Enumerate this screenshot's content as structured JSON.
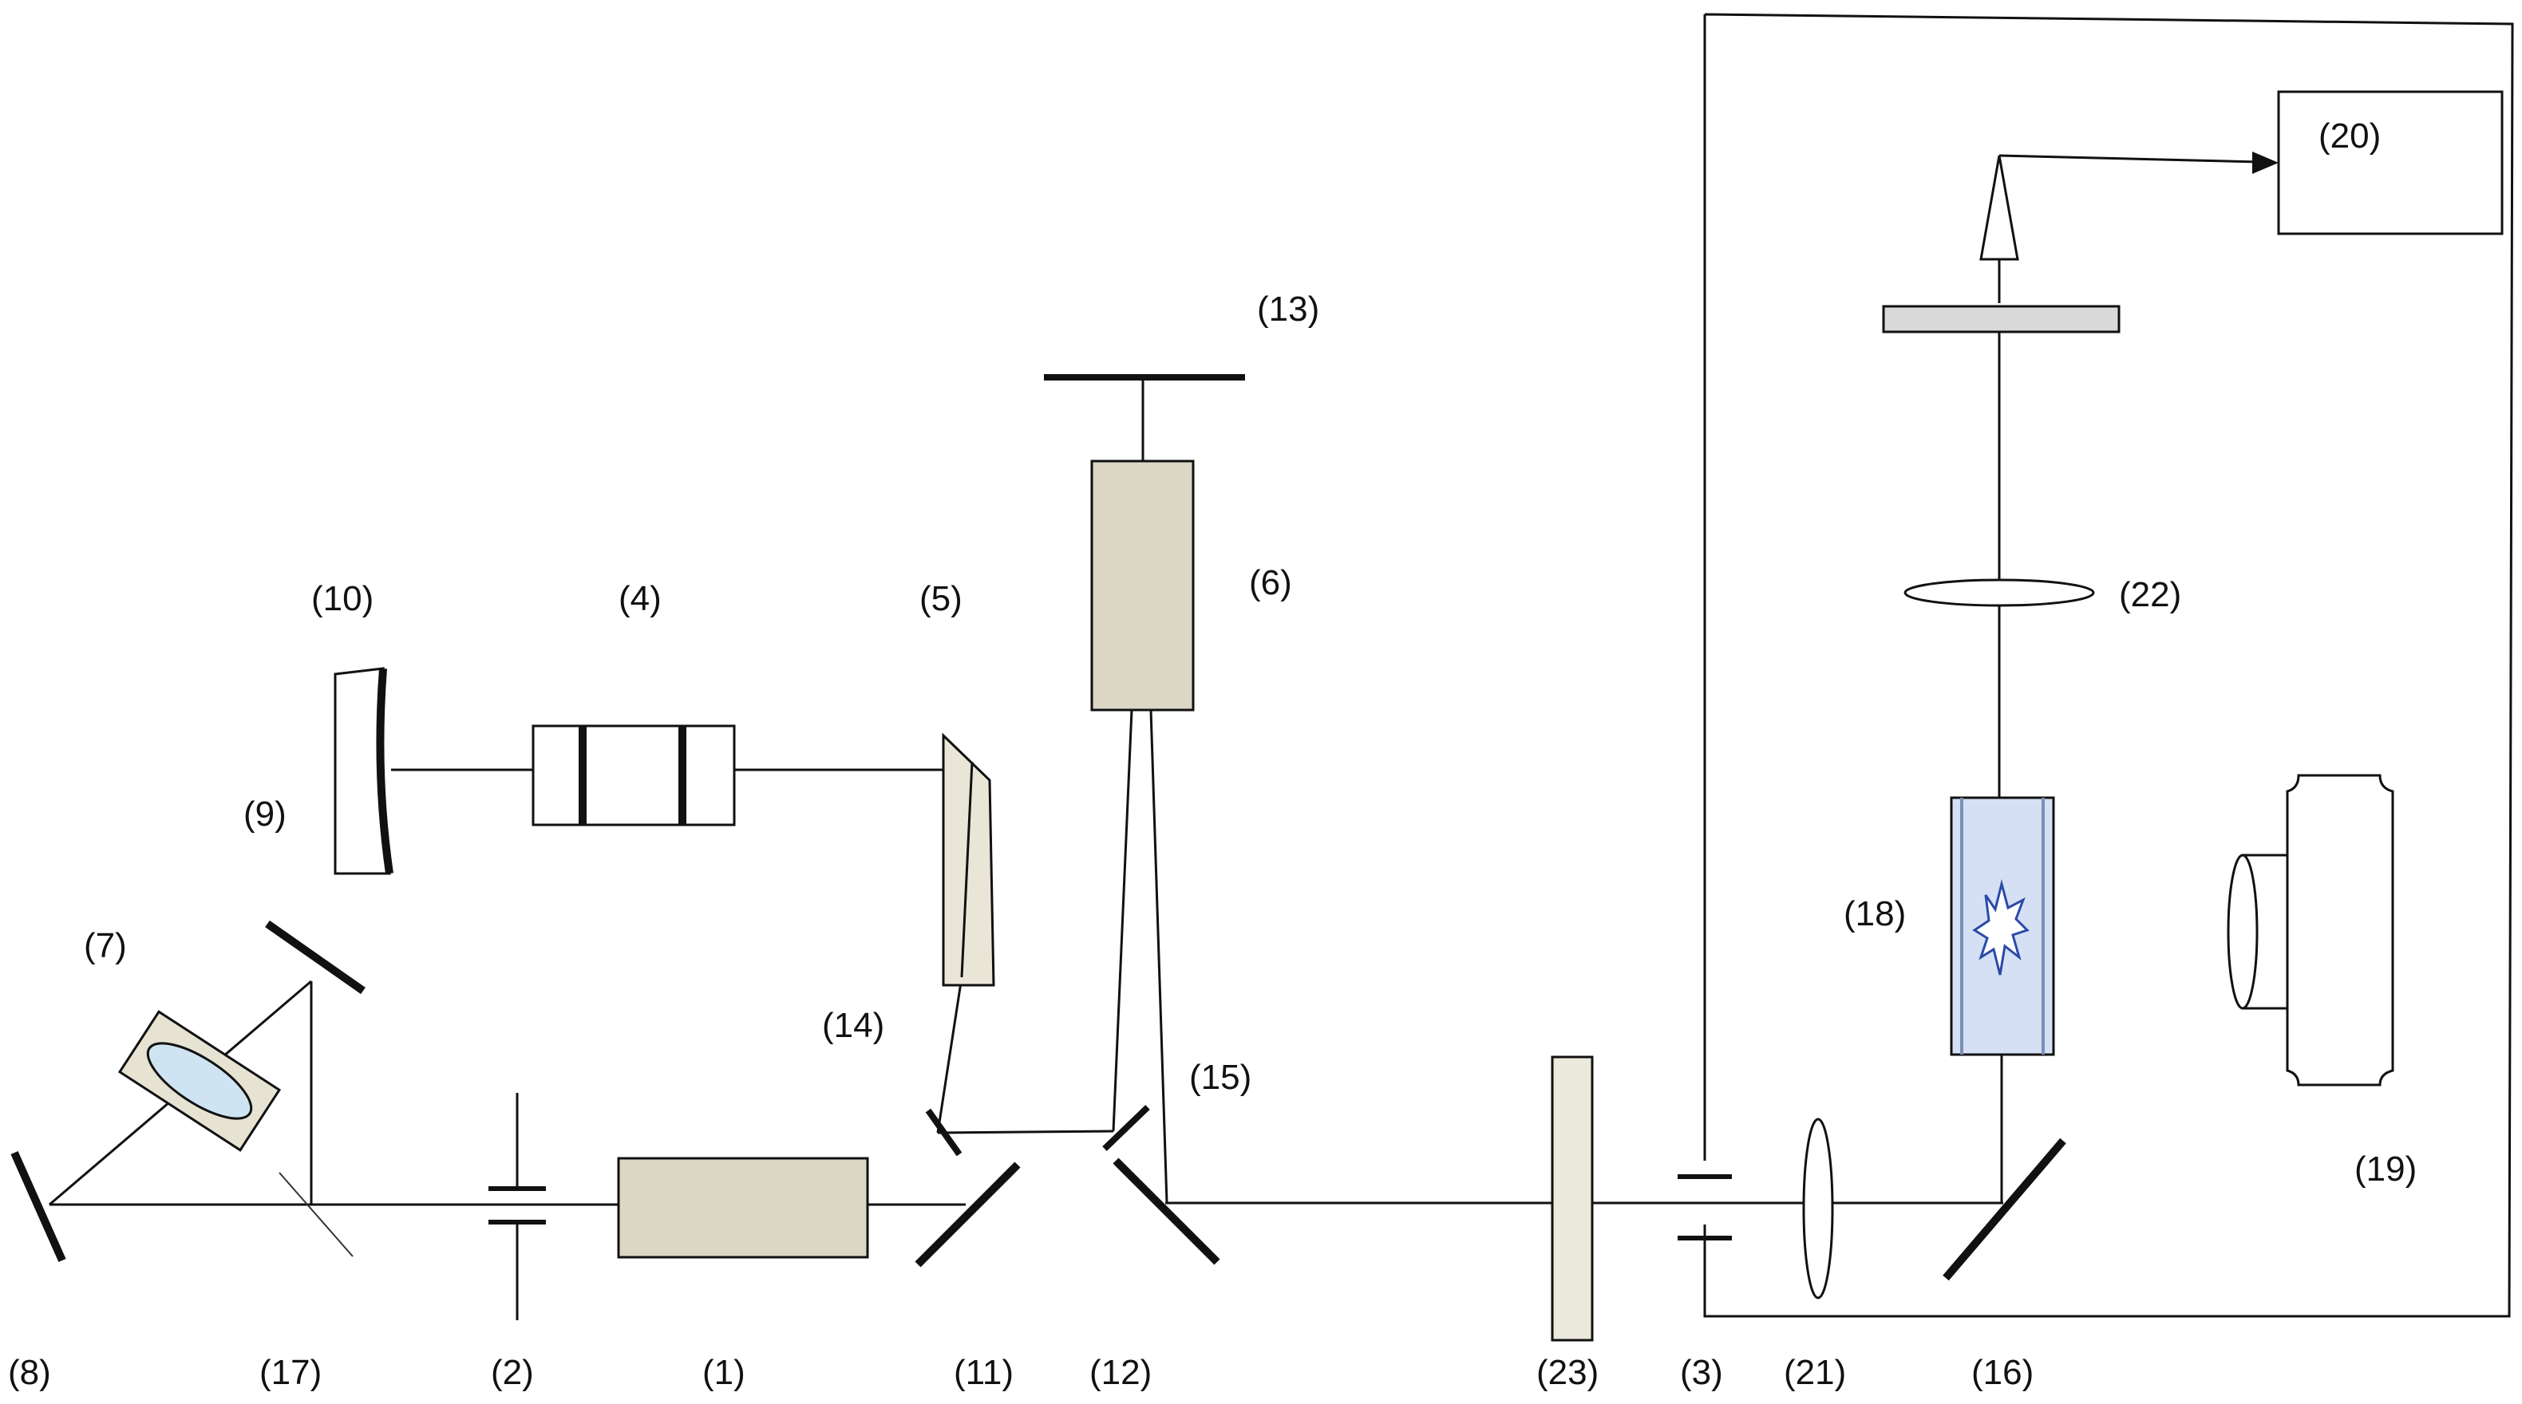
{
  "labels": {
    "l1": "(1)",
    "l2": "(2)",
    "l3": "(3)",
    "l4": "(4)",
    "l5": "(5)",
    "l6": "(6)",
    "l7": "(7)",
    "l8": "(8)",
    "l9": "(9)",
    "l10": "(10)",
    "l11": "(11)",
    "l12": "(12)",
    "l13": "(13)",
    "l14": "(14)",
    "l15": "(15)",
    "l16": "(16)",
    "l17": "(17)",
    "l18": "(18)",
    "l19": "(19)",
    "l20": "(20)",
    "l21": "(21)",
    "l22": "(22)",
    "l23": "(23)"
  },
  "colors": {
    "component_fill": "#dcd6c5",
    "cuvette_fill": "#d6e0f4",
    "spark_color": "#2b4aa8",
    "filter_fill": "#d9d9d9",
    "crystal_fill": "#cfe4f2"
  }
}
